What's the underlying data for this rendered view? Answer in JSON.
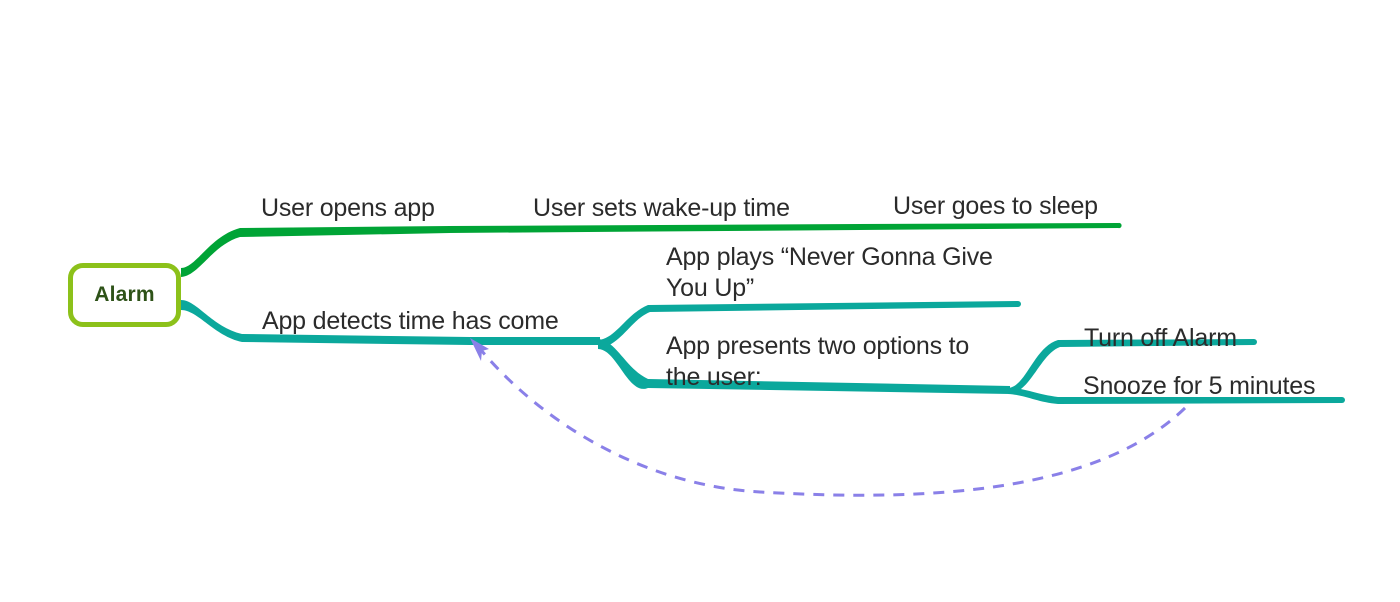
{
  "diagram": {
    "type": "mind-map",
    "title": "Alarm",
    "background_color": "#ffffff",
    "root": {
      "label": "Alarm",
      "border_color": "#8CC11A",
      "text_color": "#2E5218"
    },
    "branches": [
      {
        "id": "green-branch",
        "color": "#00A436",
        "nodes": [
          {
            "id": "user-opens-app",
            "label": "User opens app"
          },
          {
            "id": "user-sets-wake-up-time",
            "label": "User sets wake-up time"
          },
          {
            "id": "user-goes-to-sleep",
            "label": "User goes to sleep"
          }
        ]
      },
      {
        "id": "teal-branch",
        "color": "#0BA89C",
        "nodes": [
          {
            "id": "app-detects-time-has-come",
            "label": "App detects time has come"
          },
          {
            "id": "app-plays-song",
            "label": "App plays “Never Gonna Give\nYou Up”"
          },
          {
            "id": "app-presents-two-options",
            "label": "App presents two options to\nthe user:"
          },
          {
            "id": "turn-off-alarm",
            "label": "Turn off Alarm"
          },
          {
            "id": "snooze-for-5-minutes",
            "label": "Snooze for 5 minutes"
          }
        ]
      }
    ],
    "relationship_arrow": {
      "id": "snooze-loops-back",
      "style": "dashed",
      "color": "#8A80E8",
      "from": "snooze-for-5-minutes",
      "to": "app-detects-time-has-come"
    }
  }
}
